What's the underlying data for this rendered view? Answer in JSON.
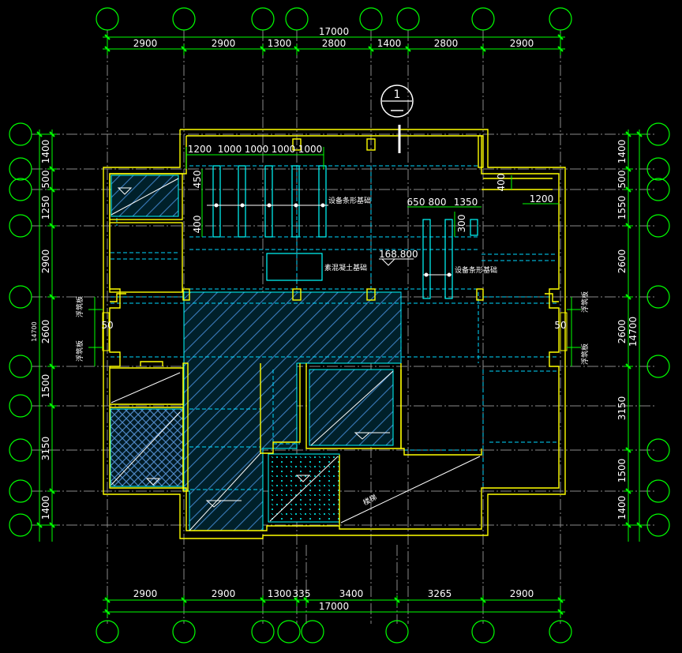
{
  "colors": {
    "axis_bubble": "#00ff00",
    "dim_line": "#00ff00",
    "dim_text": "#ffffff",
    "wall": "#ffff00",
    "hidden": "#00ffff",
    "hatch_dense": "#00ffff",
    "grid_line": "#9a9a9a",
    "background": "#000000",
    "label_text": "#ffffff",
    "section_mark": "#ffffff"
  },
  "drawing": {
    "top_total": "17000",
    "bottom_total": "17000",
    "top_dims": [
      "2900",
      "2900",
      "1300",
      "2800",
      "1400",
      "2800",
      "2900"
    ],
    "bottom_dims": [
      "2900",
      "2900",
      "1300",
      "335",
      "3400",
      "3265",
      "2900"
    ],
    "left_dims": [
      "1400",
      "500",
      "1250",
      "2900",
      "2600",
      "1500",
      "3150",
      "1400"
    ],
    "left_total": "14700",
    "right_dims": [
      "1400",
      "500",
      "1550",
      "2600",
      "2600",
      "3150",
      "1500",
      "1400"
    ],
    "right_total": "14700",
    "inner_top_dims": [
      "1200",
      "1000",
      "1000",
      "1000",
      "1000"
    ],
    "inner_left_dims": [
      "450",
      "400"
    ],
    "inner_mid_dims": [
      "650",
      "800",
      "1350"
    ],
    "inner_mid_vert": "300",
    "inner_right_dims": [
      "400",
      "1200"
    ],
    "side_50_left": "50",
    "side_50_right": "50",
    "section_mark": "1",
    "elevation": "168.800",
    "labels": {
      "equip_strip_left": "设备条形基础",
      "equip_strip_right": "设备条形基础",
      "concrete_base": "素混凝土基础",
      "stair": "楼梯",
      "float_left_1": "浮筑板",
      "float_left_2": "浮筑板",
      "float_right_1": "浮筑板",
      "float_right_2": "浮筑板"
    }
  }
}
